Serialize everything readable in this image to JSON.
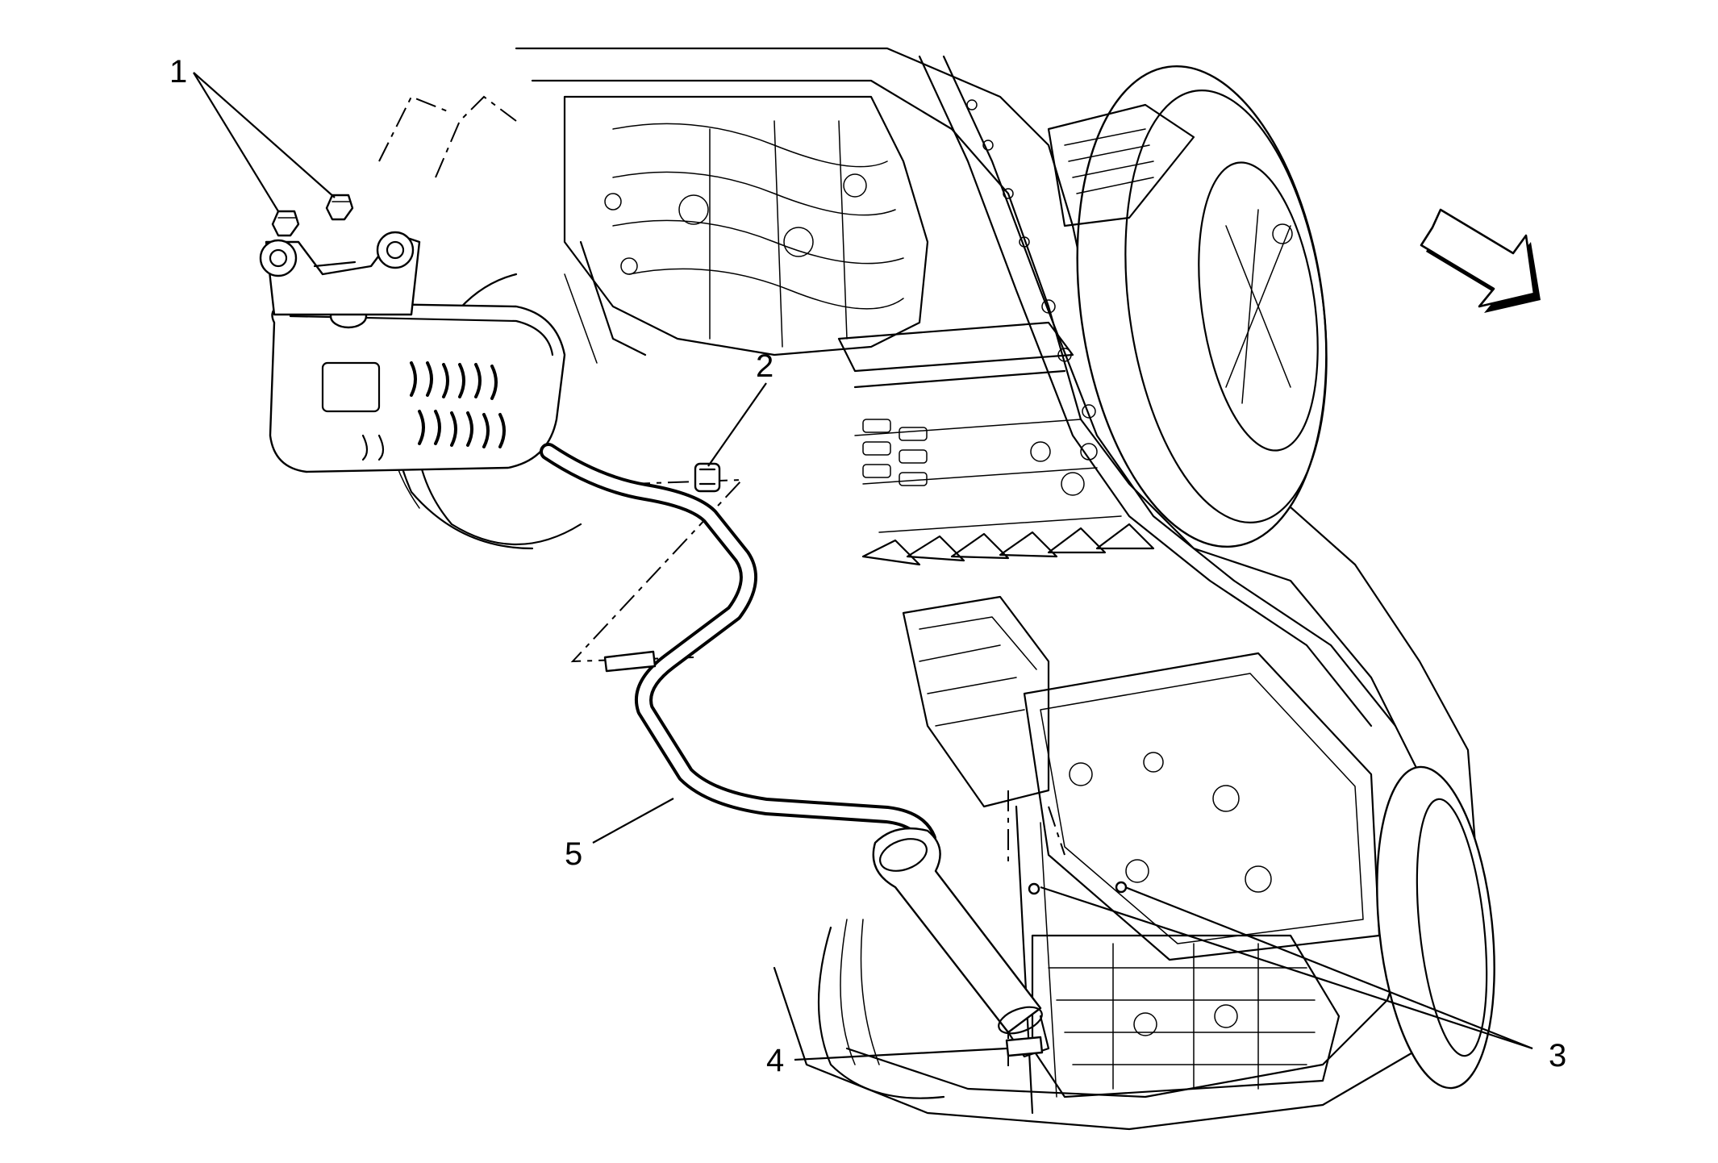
{
  "diagram": {
    "callouts": [
      {
        "id": "1",
        "label": "1"
      },
      {
        "id": "2",
        "label": "2"
      },
      {
        "id": "3",
        "label": "3"
      },
      {
        "id": "4",
        "label": "4"
      },
      {
        "id": "5",
        "label": "5"
      }
    ],
    "direction_arrow": {
      "icon": "direction-arrow-icon",
      "meaning": "vehicle front"
    }
  }
}
